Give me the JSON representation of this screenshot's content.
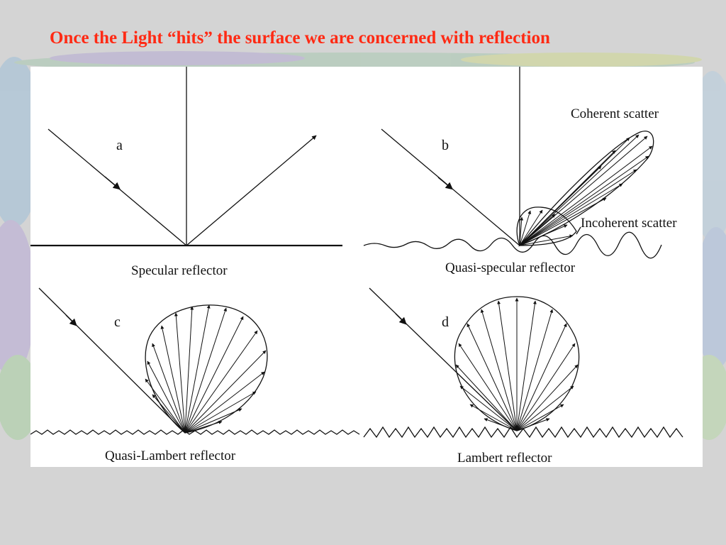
{
  "slide": {
    "title": "Once the Light “hits” the surface we are concerned with reflection"
  },
  "panels": [
    {
      "letter": "a",
      "caption": "Specular reflector"
    },
    {
      "letter": "b",
      "caption": "Quasi-specular reflector",
      "annotations": [
        "Coherent scatter",
        "Incoherent scatter"
      ]
    },
    {
      "letter": "c",
      "caption": "Quasi-Lambert reflector"
    },
    {
      "letter": "d",
      "caption": "Lambert reflector"
    }
  ],
  "colors": {
    "title": "#ff2a14",
    "background": "#d4d4d4",
    "panel": "#ffffff",
    "ink": "#111111"
  }
}
